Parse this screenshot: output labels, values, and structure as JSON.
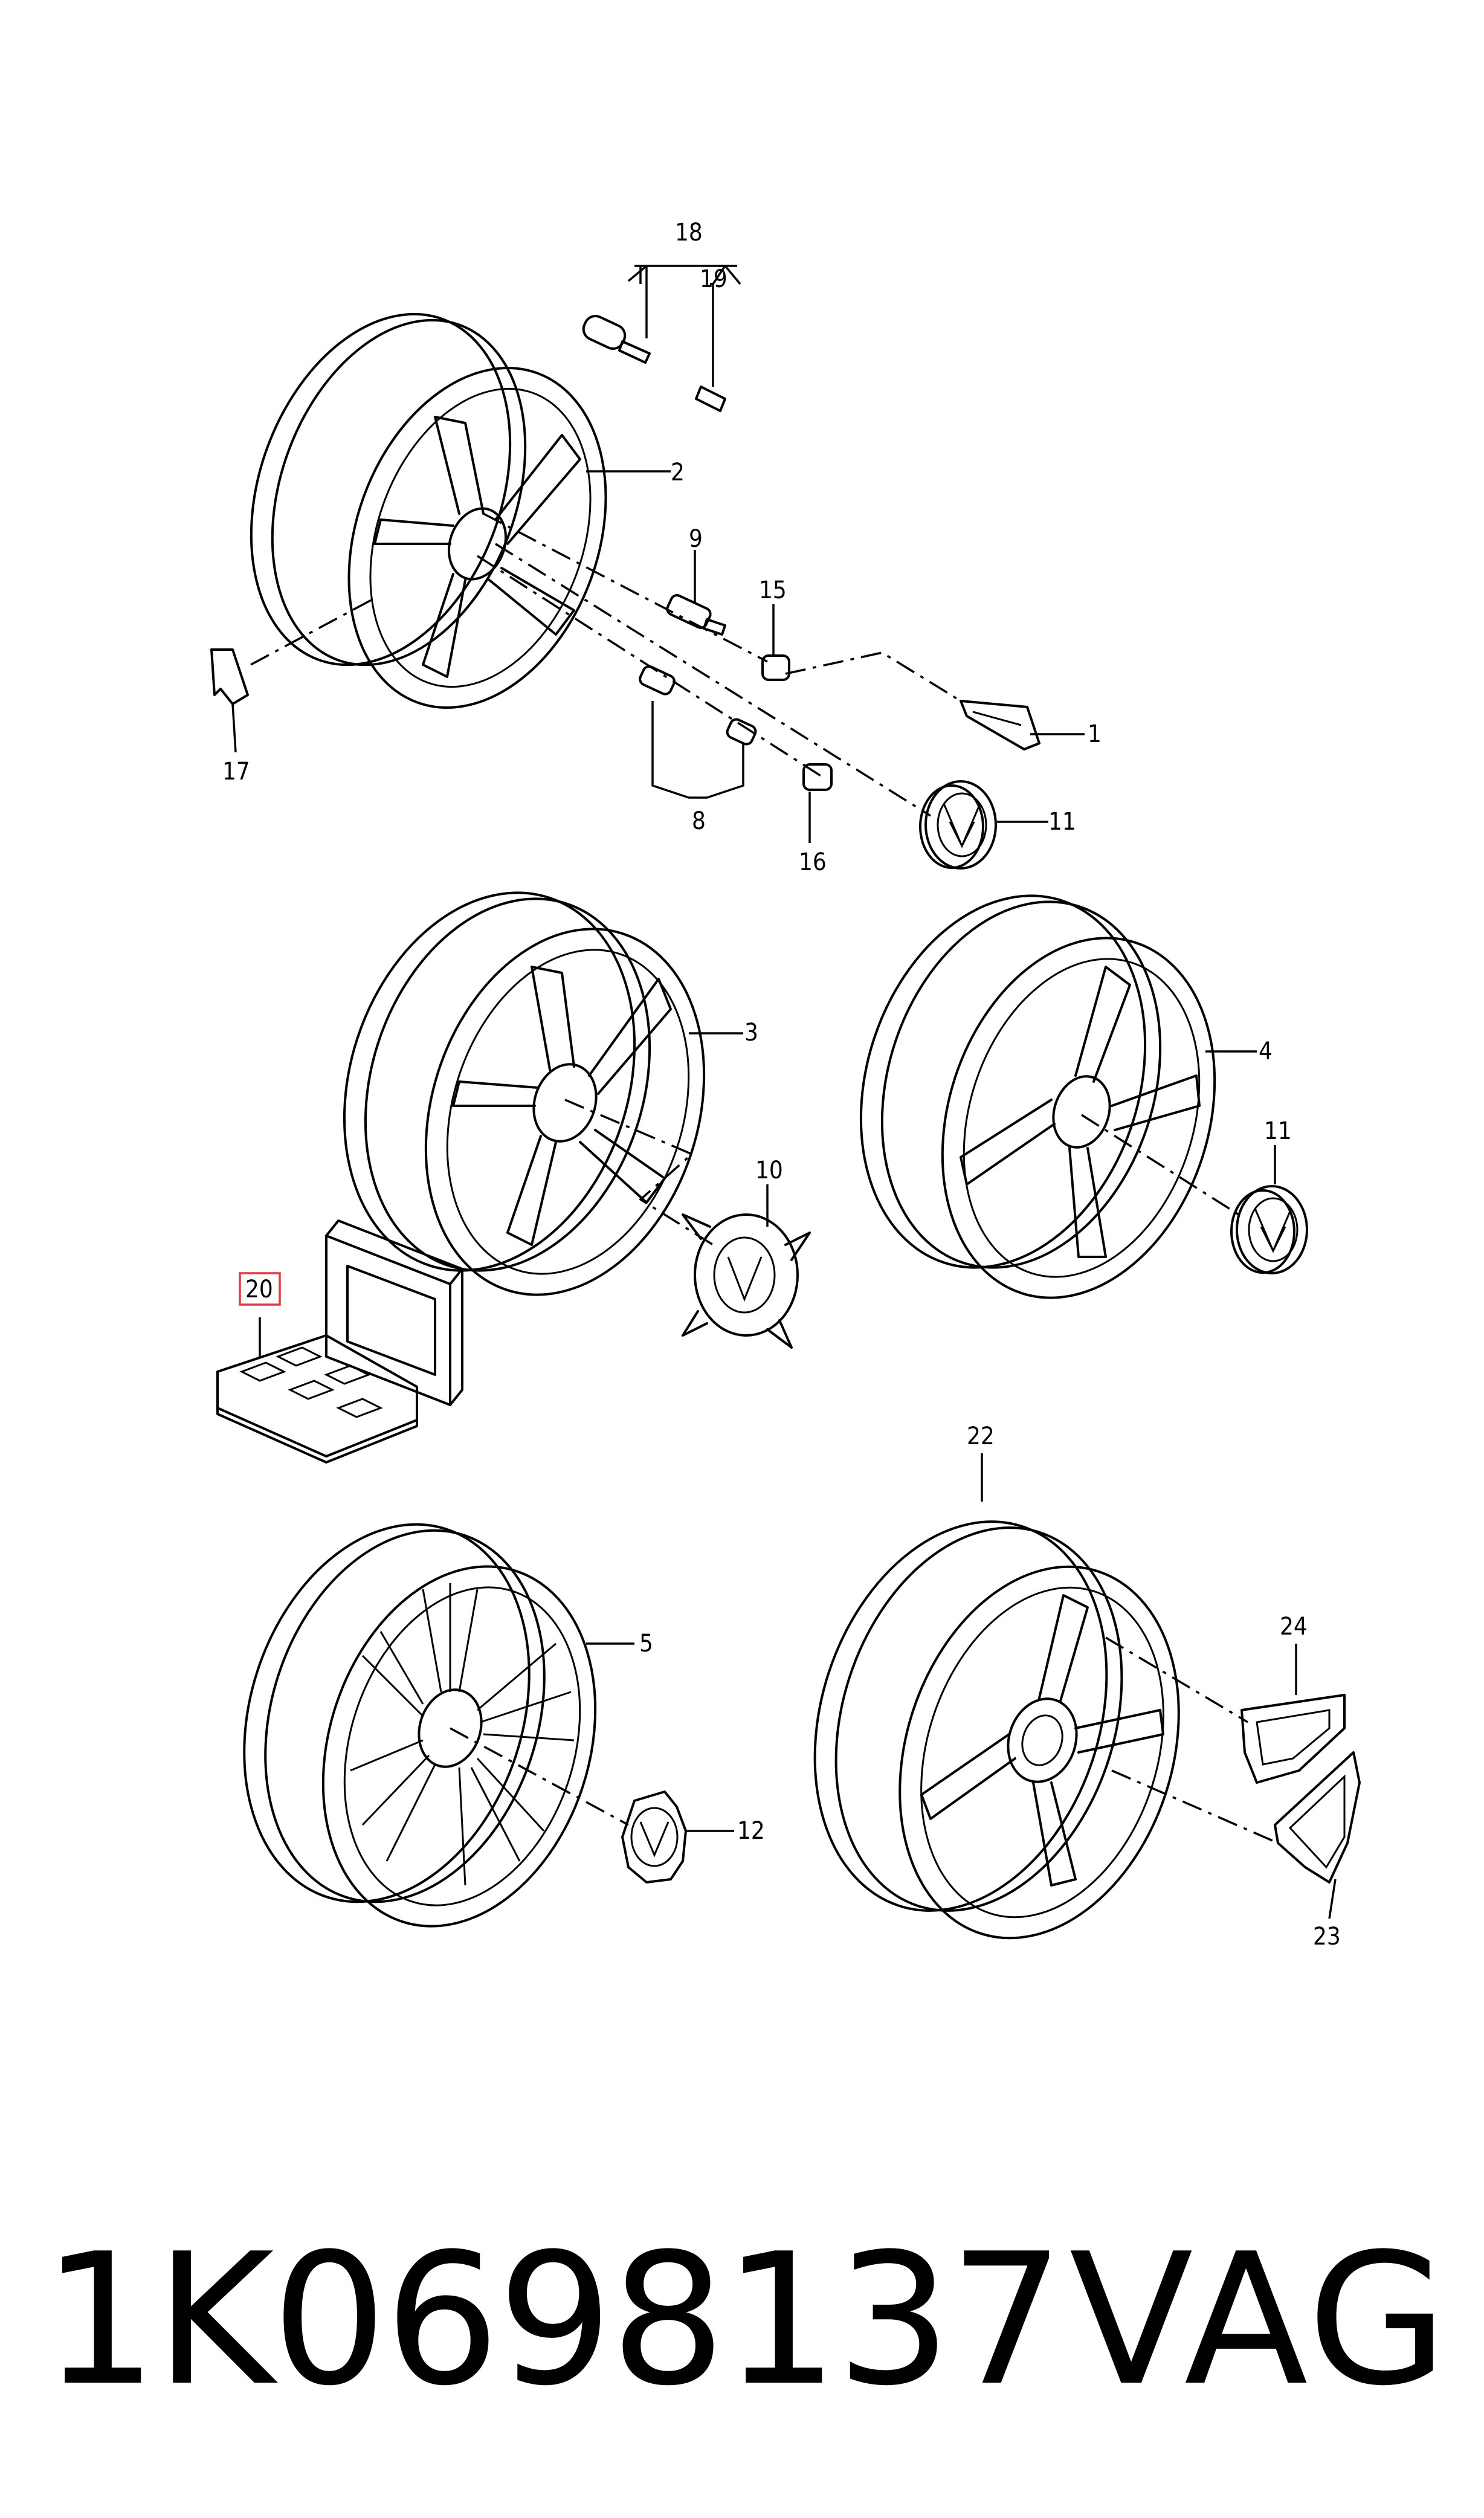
{
  "callouts": {
    "c1": "1",
    "c2": "2",
    "c3": "3",
    "c4": "4",
    "c5": "5",
    "c8": "8",
    "c9": "9",
    "c10": "10",
    "c11a": "11",
    "c11b": "11",
    "c12": "12",
    "c15": "15",
    "c16": "16",
    "c17": "17",
    "c18": "18",
    "c19": "19",
    "c20": "20",
    "c22": "22",
    "c23": "23",
    "c24": "24"
  },
  "highlight": {
    "callout": "20",
    "border_color": "#e03a46"
  },
  "footer": {
    "part_number": "1K0698137",
    "brand": "VAG"
  }
}
